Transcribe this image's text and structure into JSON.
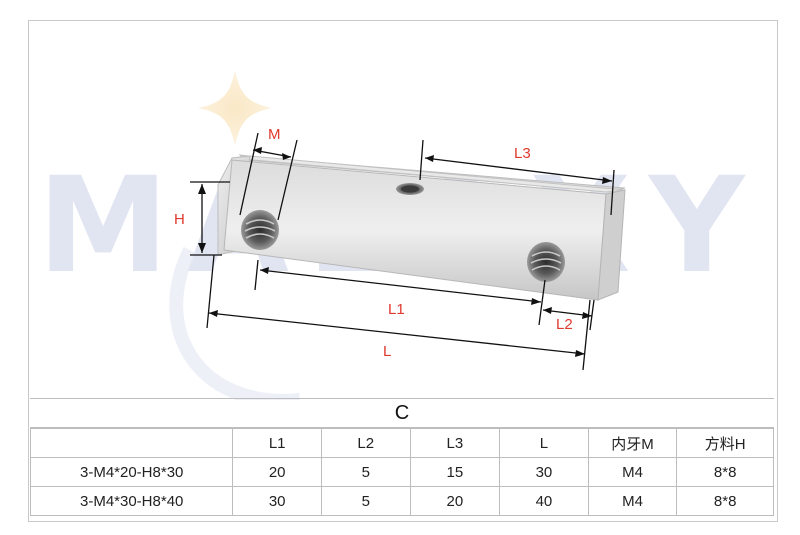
{
  "watermark": "MALAXY",
  "dimensions": {
    "M": "M",
    "H": "H",
    "L3": "L3",
    "L1": "L1",
    "L2": "L2",
    "L": "L"
  },
  "caption": "C",
  "table": {
    "headers": [
      "",
      "L1",
      "L2",
      "L3",
      "L",
      "内牙M",
      "方料H"
    ],
    "rows": [
      [
        "3-M4*20-H8*30",
        "20",
        "5",
        "15",
        "30",
        "M4",
        "8*8"
      ],
      [
        "3-M4*30-H8*40",
        "30",
        "5",
        "20",
        "40",
        "M4",
        "8*8"
      ]
    ]
  }
}
